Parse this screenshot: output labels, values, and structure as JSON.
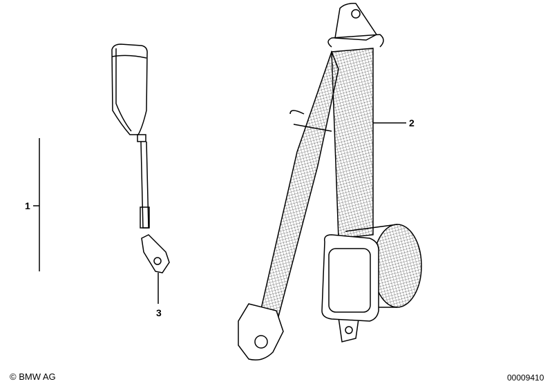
{
  "callouts": {
    "part1": "1",
    "part2": "2",
    "part3": "3"
  },
  "footer": {
    "copyright": "© BMW AG",
    "diagram_number": "00009410"
  }
}
